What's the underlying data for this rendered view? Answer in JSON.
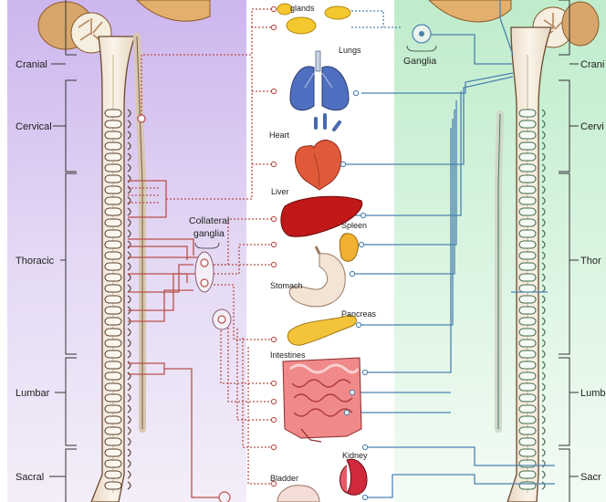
{
  "diagram": {
    "regions_left": [
      "Cranial",
      "Cervical",
      "Thoracic",
      "Lumbar",
      "Sacral"
    ],
    "regions_right": [
      "Crani",
      "Cervi",
      "Thor",
      "Lumb",
      "Sacr"
    ],
    "organs": {
      "glands": "glands",
      "lungs": "Lungs",
      "heart": "Heart",
      "liver": "Liver",
      "spleen": "Spleen",
      "stomach": "Stomach",
      "pancreas": "Pancreas",
      "intestines": "Intestines",
      "kidney": "Kidney",
      "bladder": "Bladder"
    },
    "collateral_ganglia": [
      "Collateral",
      "ganglia"
    ],
    "ganglia": "Ganglia",
    "colors": {
      "sympathetic_panel": "#d9c8f0",
      "parasympathetic_panel": "#c9efd3",
      "sympathetic_nerve": "#b8504a",
      "parasympathetic_nerve": "#4b82b0"
    }
  }
}
